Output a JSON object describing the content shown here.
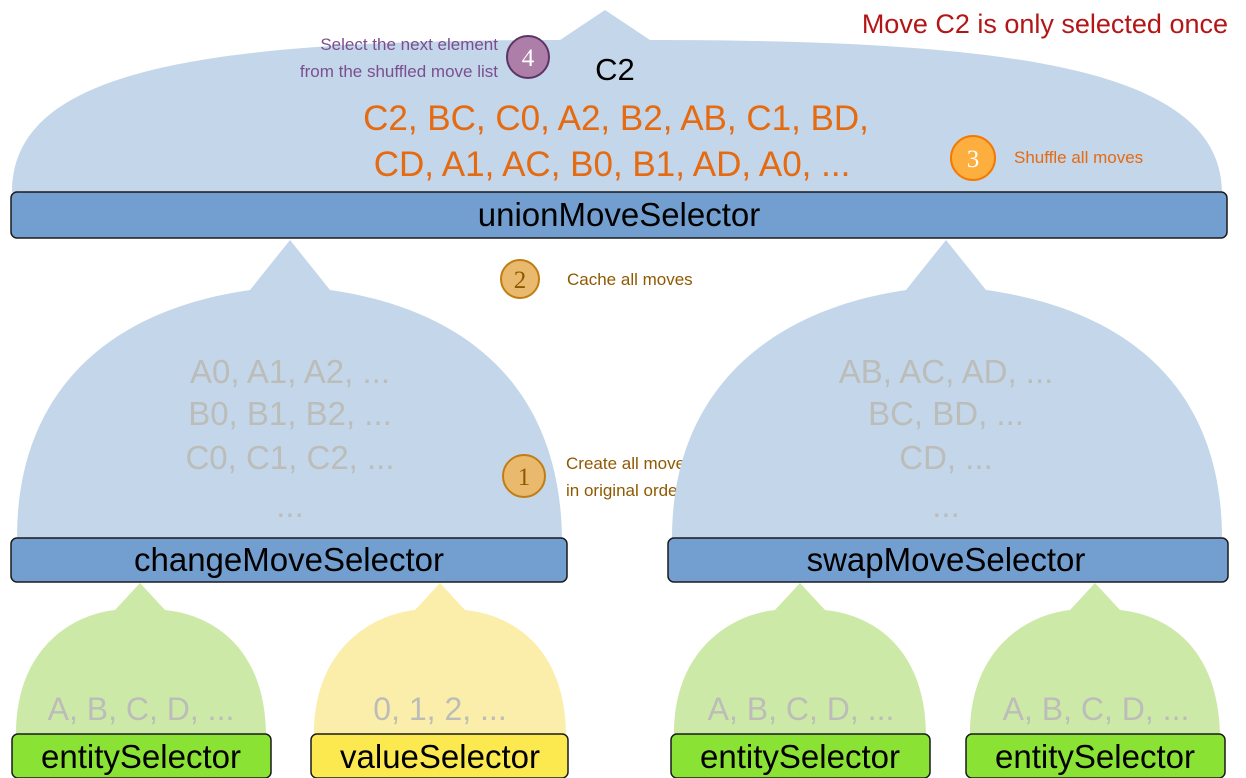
{
  "title_note": "Move C2 is only selected once",
  "colors": {
    "blue_shape": "#c3d6ea",
    "blue_bar": "#729fcf",
    "green_shape": "#cde9a8",
    "green_bar": "#8ae234",
    "yellow_shape": "#fbeeaa",
    "yellow_bar": "#fce94f",
    "orange_text": "#e56a10",
    "purple": "#7b4f8f",
    "step_orange": "#e9b96e",
    "step_orange_text": "#8f5902",
    "title_red": "#b31616",
    "grey_text": "#bcbdb9"
  },
  "union": {
    "label": "unionMoveSelector",
    "selected": "C2",
    "shuffled_line1": "C2, BC, C0, A2, B2, AB, C1, BD,",
    "shuffled_line2": "CD, A1, AC, B0, B1, AD, A0, ..."
  },
  "change": {
    "label": "changeMoveSelector",
    "moves": [
      "A0, A1, A2, ...",
      "B0, B1, B2, ...",
      "C0, C1, C2, ...",
      "..."
    ]
  },
  "swap": {
    "label": "swapMoveSelector",
    "moves": [
      "AB, AC, AD, ...",
      "BC, BD, ...",
      "CD, ...",
      "..."
    ]
  },
  "leaves": [
    {
      "label": "entitySelector",
      "values": "A, B, C, D, ...",
      "kind": "entity"
    },
    {
      "label": "valueSelector",
      "values": "0, 1, 2, ...",
      "kind": "value"
    },
    {
      "label": "entitySelector",
      "values": "A, B, C, D, ...",
      "kind": "entity"
    },
    {
      "label": "entitySelector",
      "values": "A, B, C, D, ...",
      "kind": "entity"
    }
  ],
  "steps": [
    {
      "number": "1",
      "lines": [
        "Create all moves",
        "in original order"
      ],
      "style": "orange"
    },
    {
      "number": "2",
      "lines": [
        "Cache all moves"
      ],
      "style": "orange"
    },
    {
      "number": "3",
      "lines": [
        "Shuffle all moves"
      ],
      "style": "bright"
    },
    {
      "number": "4",
      "lines": [
        "Select the next element",
        "from the shuffled move list"
      ],
      "style": "purple"
    }
  ]
}
